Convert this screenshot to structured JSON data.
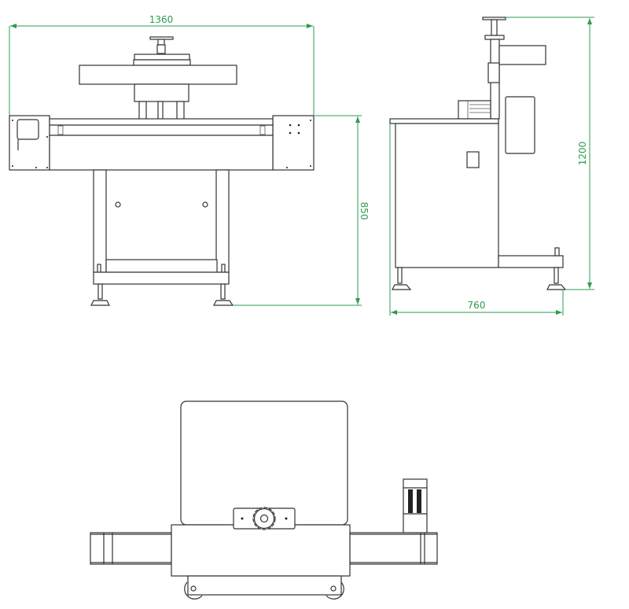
{
  "drawing": {
    "views": [
      "front-view",
      "side-view",
      "top-view"
    ],
    "dimensions": {
      "front_width": "1360",
      "front_table_height": "850",
      "side_depth": "760",
      "side_total_height": "1200"
    },
    "units": "mm",
    "colors": {
      "dimension": "#2e9b50",
      "line": "#333333"
    }
  }
}
